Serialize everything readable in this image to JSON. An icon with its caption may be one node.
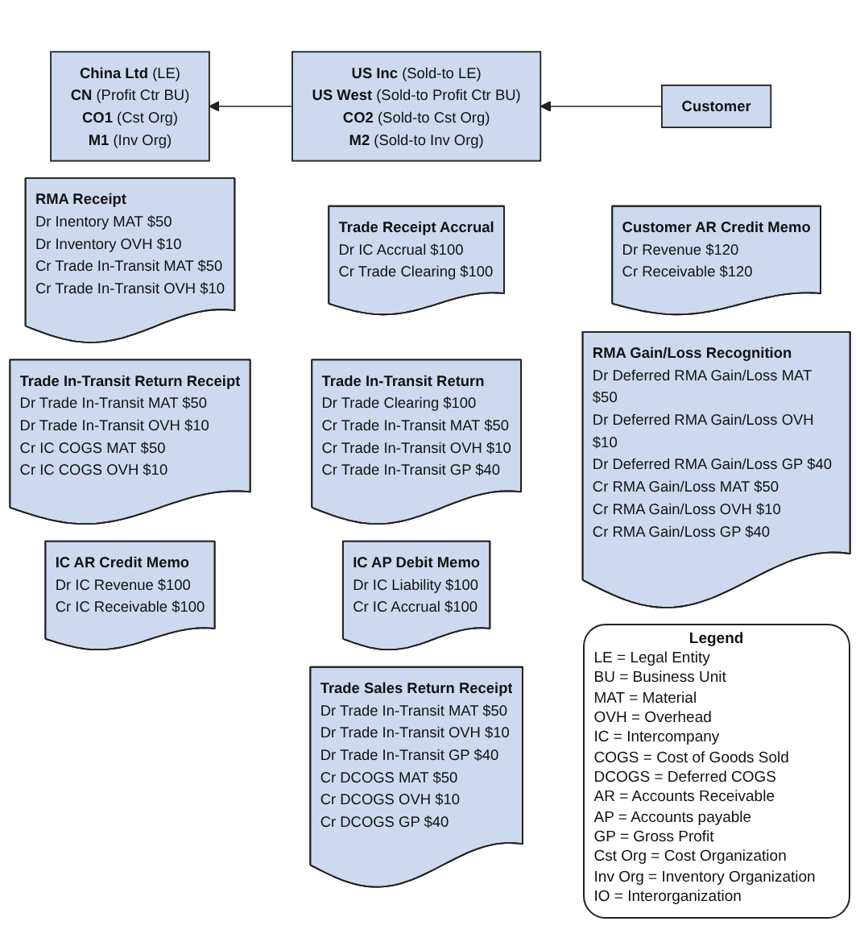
{
  "diagram": {
    "nodes": [
      {
        "text": [
          "**China Ltd** (LE)",
          "**CN** (Profit Ctr BU)",
          "**CO1** (Cst Org)",
          "**M1** (Inv Org)"
        ]
      },
      {
        "text": [
          "**US Inc** (Sold-to LE)",
          "**US West** (Sold-to Profit Ctr BU)",
          "**CO2** (Sold-to Cst Org)",
          "**M2** (Sold-to Inv Org)"
        ]
      },
      {
        "text": [
          "Customer"
        ]
      },
      {
        "text": [
          "RMA Receipt",
          "Dr Inentory MAT $50",
          "Dr Inventory OVH $10",
          "Cr Trade In-Transit MAT $50",
          "Cr Trade In-Transit OVH $10"
        ]
      },
      {
        "text": [
          "Trade In-Transit Return Receipt",
          "Dr Trade In-Transit MAT $50",
          "Dr Trade In-Transit OVH $10",
          "Cr IC COGS MAT $50",
          "Cr IC COGS OVH $10"
        ]
      },
      {
        "text": [
          "IC AR Credit Memo",
          "Dr IC Revenue $100",
          "Cr IC Receivable $100"
        ]
      },
      {
        "text": [
          "Trade Receipt Accrual",
          "Dr IC Accrual $100",
          "Cr Trade Clearing $100"
        ]
      },
      {
        "text": [
          "Trade In-Transit Return",
          "Dr Trade Clearing $100",
          "Cr Trade In-Transit MAT $50",
          "Cr Trade In-Transit OVH $10",
          "Cr Trade In-Transit GP $40"
        ]
      },
      {
        "text": [
          "IC AP Debit Memo",
          "Dr IC Liability $100",
          "Cr IC Accrual $100"
        ]
      },
      {
        "text": [
          "Trade Sales Return Receipt",
          "Dr Trade In-Transit MAT $50",
          "Dr Trade In-Transit OVH $10",
          "Dr Trade In-Transit GP $40",
          "Cr DCOGS MAT $50",
          "Cr DCOGS OVH $10",
          "Cr DCOGS GP $40"
        ]
      },
      {
        "text": [
          "Customer AR Credit Memo",
          "Dr Revenue $120",
          "Cr Receivable $120"
        ]
      },
      {
        "text": [
          "RMA Gain/Loss Recognition",
          "Dr Deferred RMA Gain/Loss MAT $50",
          "Dr Deferred RMA Gain/Loss OVH $10",
          "Dr Deferred RMA Gain/Loss GP $40",
          "Cr RMA Gain/Loss MAT $50",
          "Cr RMA Gain/Loss OVH $10",
          "Cr RMA Gain/Loss GP $40"
        ]
      }
    ],
    "edges": [
      {
        "from": 2,
        "to": 1,
        "arrow": "to"
      },
      {
        "from": 1,
        "to": 0,
        "arrow": "to"
      }
    ],
    "labels": [
      "Legend"
    ],
    "legend": [
      {
        "text": "LE = Legal Entity"
      },
      {
        "text": "BU = Business Unit"
      },
      {
        "text": "MAT = Material"
      },
      {
        "text": "OVH = Overhead"
      },
      {
        "text": "IC = Intercompany"
      },
      {
        "text": "COGS = Cost of Goods Sold"
      },
      {
        "text": "DCOGS = Deferred COGS"
      },
      {
        "text": "AR = Accounts Receivable"
      },
      {
        "text": "AP = Accounts payable"
      },
      {
        "text": "GP = Gross Profit"
      },
      {
        "text": "Cst Org = Cost Organization"
      },
      {
        "text": "Inv Org = Inventory Organization"
      },
      {
        "text": "IO = Interorganization"
      }
    ]
  }
}
